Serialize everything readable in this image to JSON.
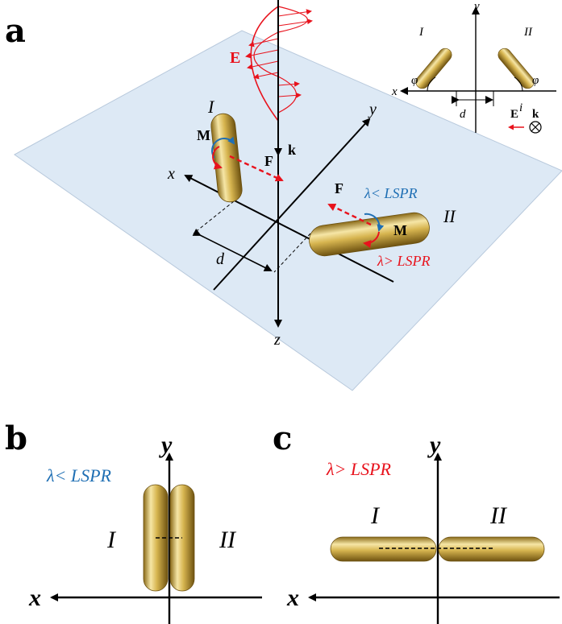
{
  "panels": {
    "a": {
      "label": "a",
      "axis_x": "x",
      "axis_y": "y",
      "axis_z": "z",
      "distance": "d",
      "field_E": "E",
      "wave_k": "k",
      "rod_I": "I",
      "rod_II": "II",
      "moment_I": "M",
      "force_I": "F",
      "moment_II": "M",
      "force_II": "F",
      "lambda_less": "λ< LSPR",
      "lambda_greater": "λ> LSPR"
    },
    "inset": {
      "axis_x": "x",
      "axis_y": "y",
      "rod_I": "I",
      "rod_II": "II",
      "angle_left": "φ",
      "angle_right": "φ",
      "distance": "d",
      "field": "E",
      "field_sup": "i",
      "wave": "k"
    },
    "b": {
      "label": "b",
      "axis_x": "x",
      "axis_y": "y",
      "condition": "λ< LSPR",
      "rod_I": "I",
      "rod_II": "II"
    },
    "c": {
      "label": "c",
      "axis_x": "x",
      "axis_y": "y",
      "condition": "λ> LSPR",
      "rod_I": "I",
      "rod_II": "II"
    }
  },
  "colors": {
    "plane": "#dde9f5",
    "gold_light": "#f3df97",
    "gold_mid": "#c9a53b",
    "gold_dark": "#7c5e14",
    "red": "#e8121c",
    "blue": "#1f6fb4"
  }
}
